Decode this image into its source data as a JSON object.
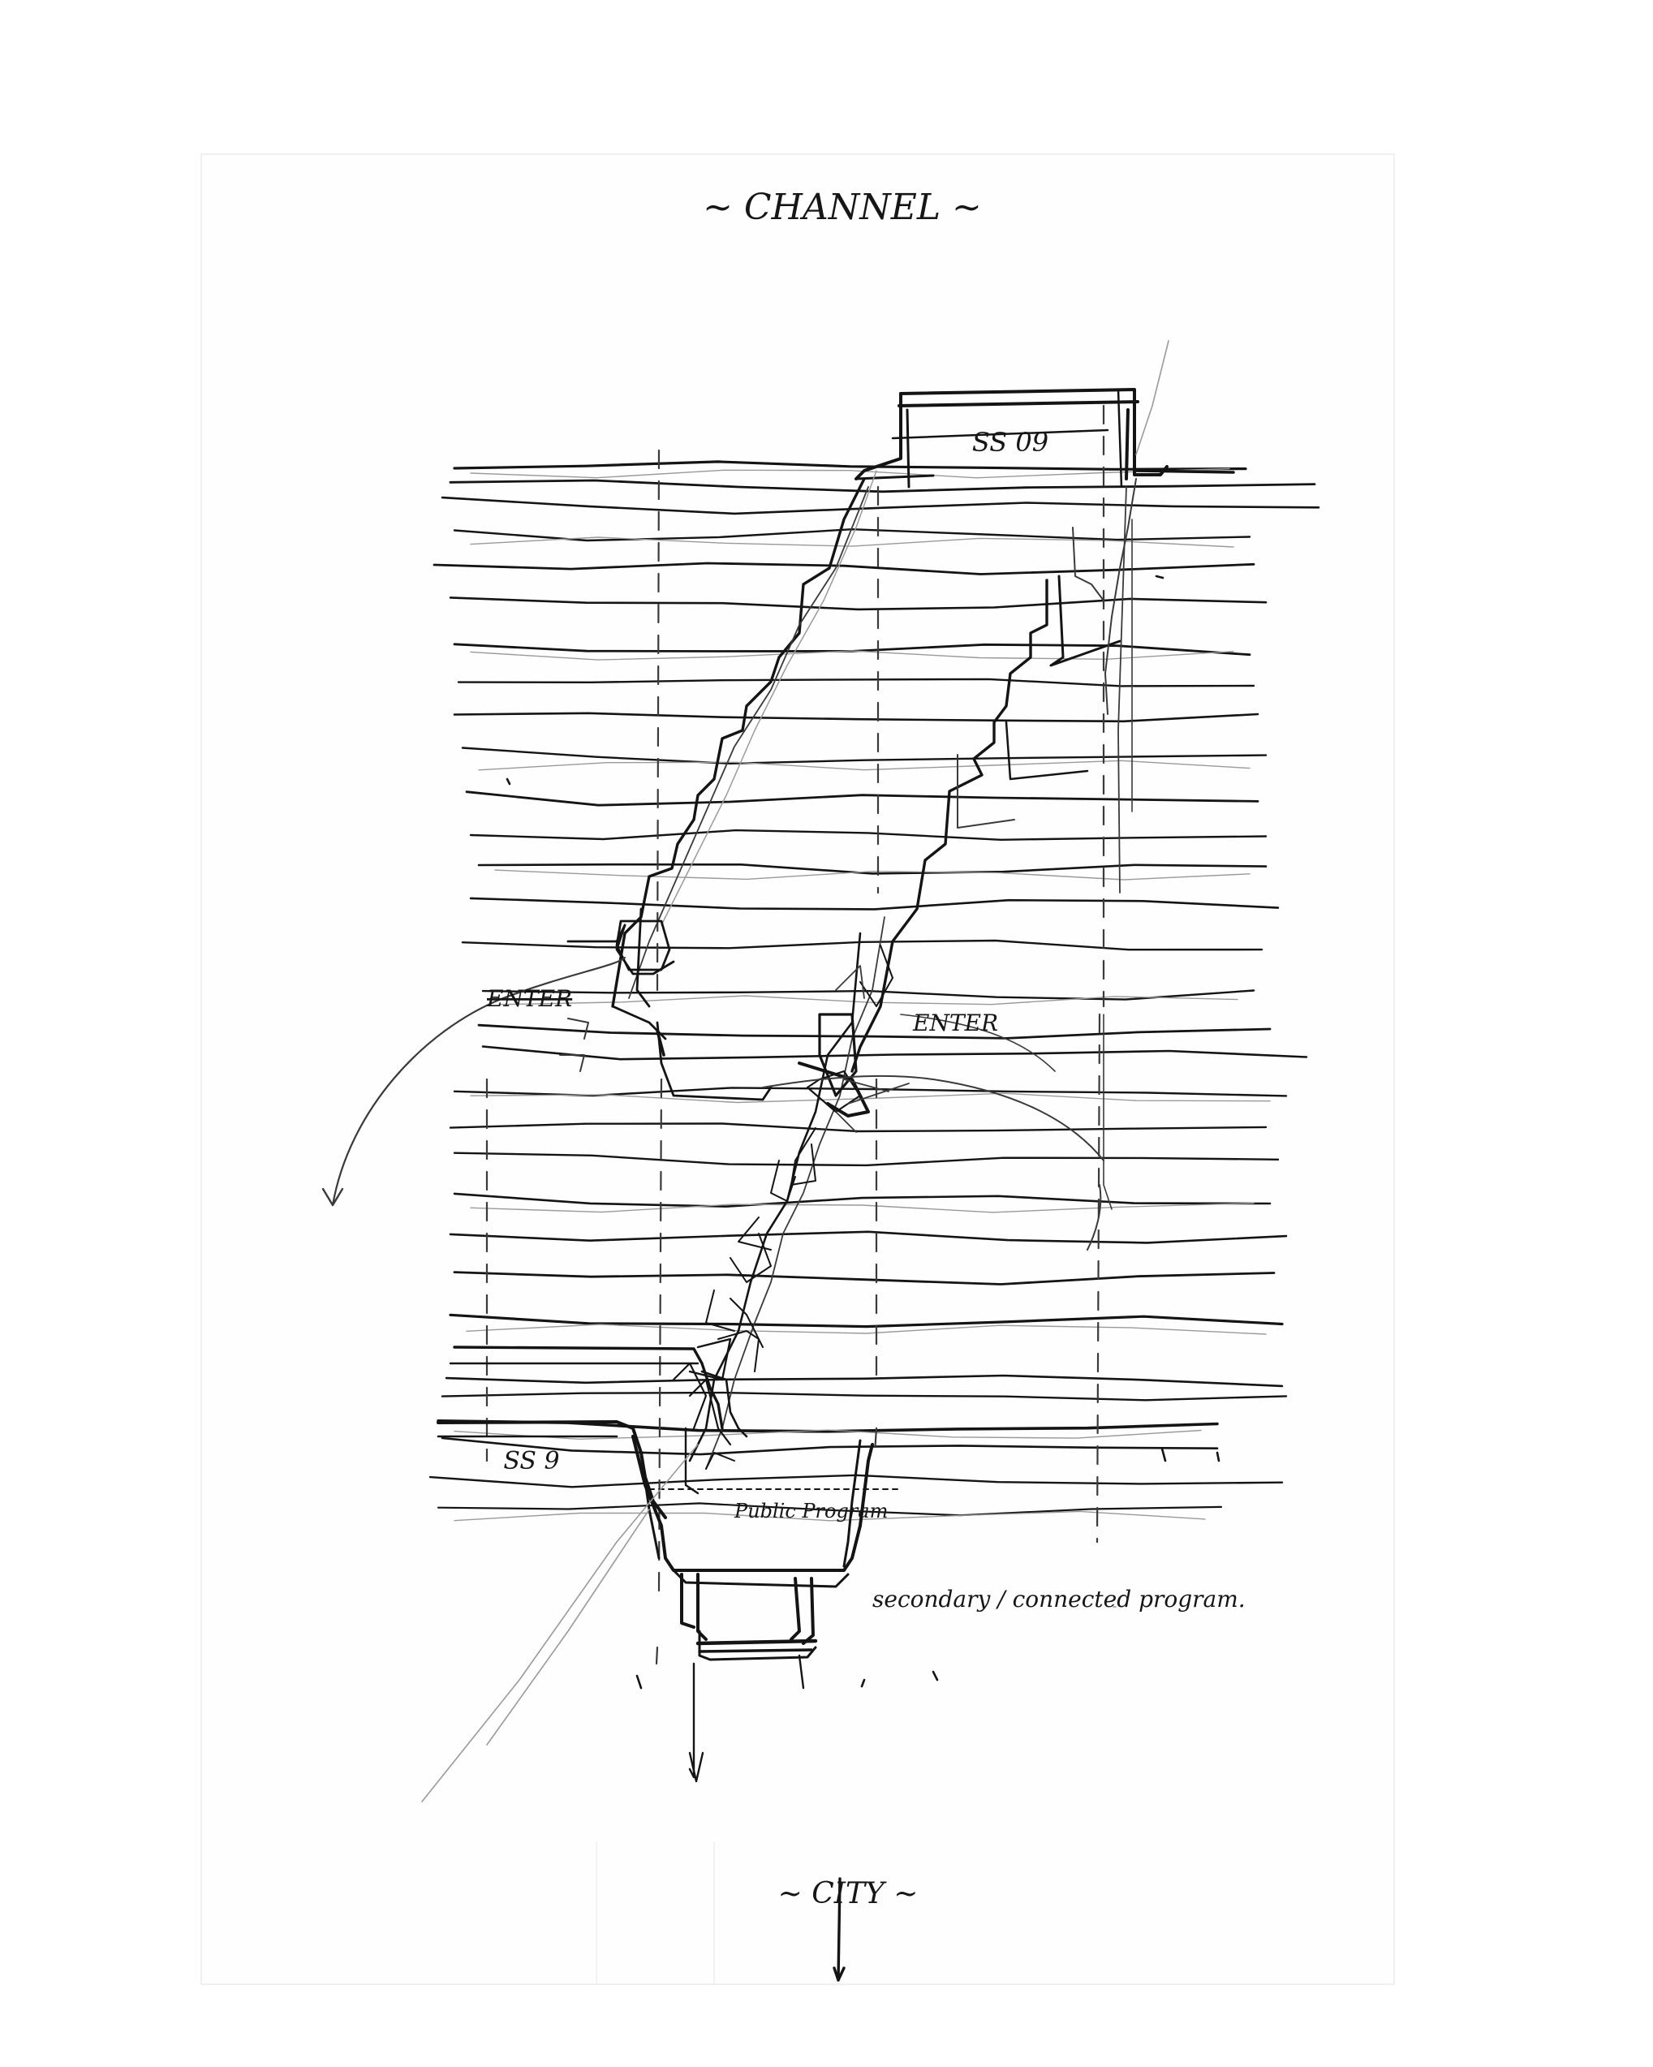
{
  "labels": {
    "top": "~ CHANNEL ~",
    "bottom": "~ CITY ~",
    "upper_block": "SS 09",
    "lower_block": "SS 9",
    "enter_left": "ENTER",
    "enter_right": "ENTER",
    "public_program": "Public Program",
    "side_note": "secondary / connected program."
  },
  "colors": {
    "paper": "#ffffff",
    "ink": "#141414"
  }
}
